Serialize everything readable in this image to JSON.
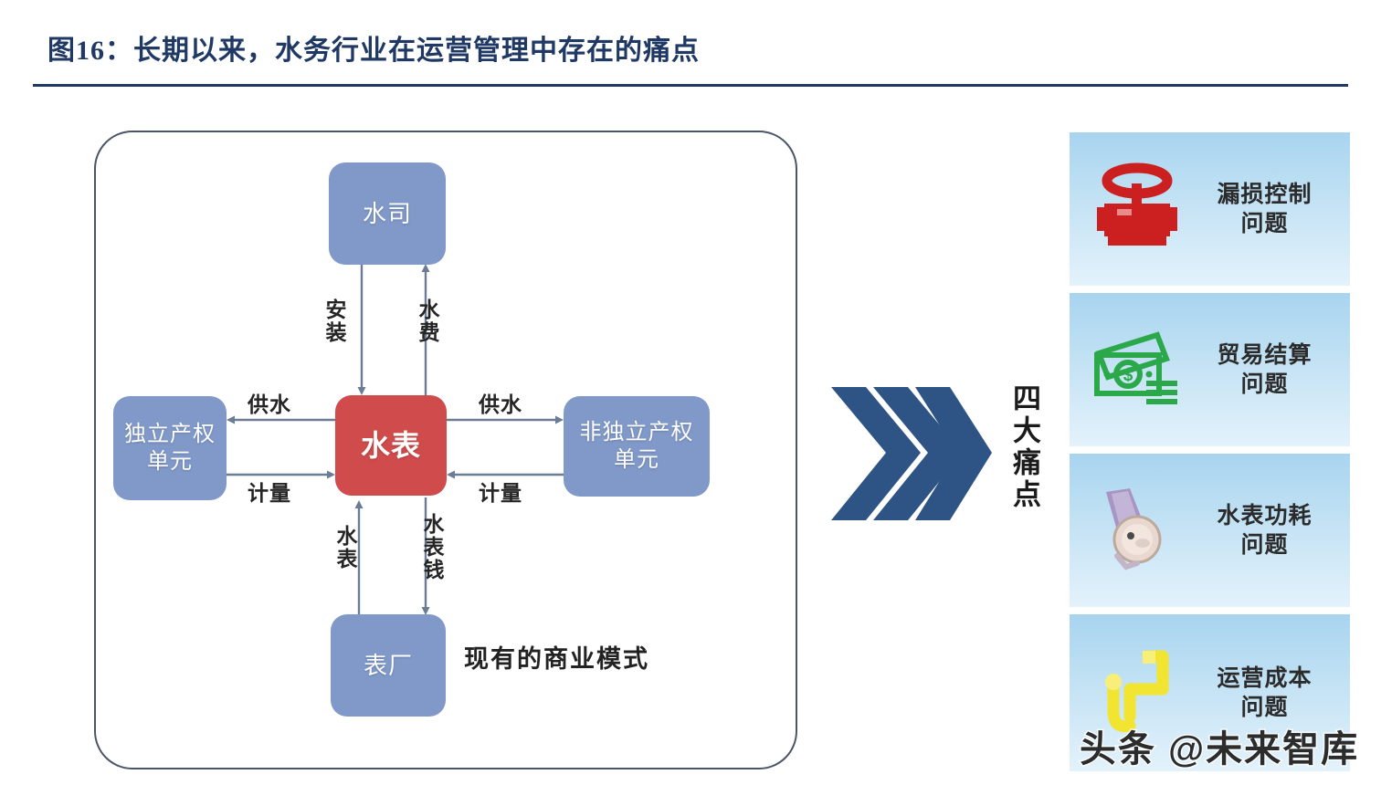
{
  "header": {
    "figure_title": "图16：长期以来，水务行业在运营管理中存在的痛点"
  },
  "diagram": {
    "caption": "现有的商业模式",
    "nodes": {
      "water_company": "水司",
      "independent_unit": "独立产权\n单元",
      "independent_unit_line1": "独立产权",
      "independent_unit_line2": "单元",
      "water_meter": "水表",
      "nonindependent_unit_line1": "非独立产权",
      "nonindependent_unit_line2": "单元",
      "meter_factory": "表厂"
    },
    "edge_labels": {
      "install": "安装",
      "water_fee": "水费",
      "supply_left": "供水",
      "metering_left": "计量",
      "supply_right": "供水",
      "metering_right": "计量",
      "meter_up": "水表",
      "meter_money": "水表钱"
    },
    "colors": {
      "node_blue": "#8099c9",
      "node_red": "#d04b4b",
      "panel_border": "#4a5568",
      "connector": "#6b7d94"
    }
  },
  "transition": {
    "chevron_label": "四大痛点",
    "chevron_color": "#2e5385",
    "chevron_count": 3
  },
  "pain_points": {
    "cards": [
      {
        "title_line1": "漏损控制",
        "title_line2": "问题",
        "icon": "red-valve-icon",
        "icon_color": "#cc1f1f"
      },
      {
        "title_line1": "贸易结算",
        "title_line2": "问题",
        "icon": "green-banknote-icon",
        "icon_color": "#2aa84a"
      },
      {
        "title_line1": "水表功耗",
        "title_line2": "问题",
        "icon": "water-meter-photo-icon",
        "icon_color": "#b4a0c8"
      },
      {
        "title_line1": "运营成本",
        "title_line2": "问题",
        "icon": "yellow-pipe-icon",
        "icon_color": "#f2e531"
      }
    ]
  },
  "watermark": {
    "text": "头条 @未来智库"
  }
}
